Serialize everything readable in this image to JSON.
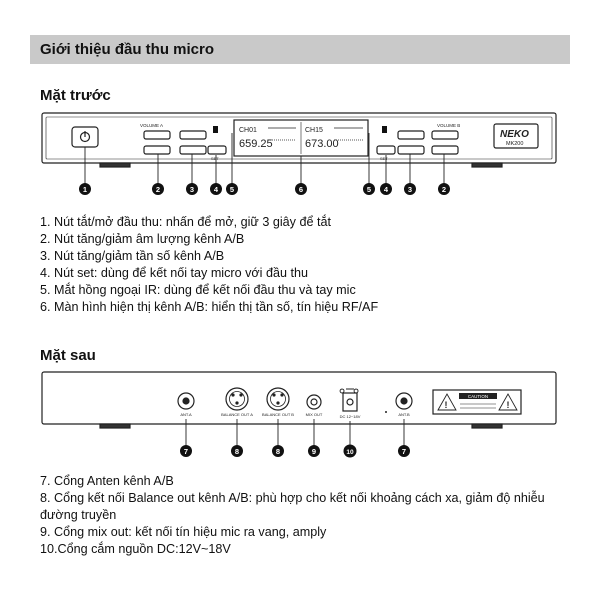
{
  "header": {
    "title": "Giới thiệu đầu thu micro"
  },
  "front": {
    "title": "Mặt trước",
    "device": {
      "volume_a": "VOLUME A",
      "volume_b": "VOLUME B",
      "set_label": "SET",
      "ch1": "CH01",
      "ch2": "CH15",
      "freq1": "659.25",
      "freq2": "673.00",
      "logo": "NEKO",
      "model": "MK200"
    },
    "callouts": [
      "1",
      "2",
      "3",
      "4",
      "5",
      "6",
      "5",
      "4",
      "3",
      "2"
    ],
    "items": [
      "1.  Nút tắt/mở đầu thu: nhấn để mở, giữ 3 giây để tắt",
      "2.  Nút tăng/giảm âm lượng kênh A/B",
      "3.  Nút tăng/giảm tần số kênh A/B",
      "4.  Nút set: dùng để kết nối tay micro với đầu thu",
      "5.  Mắt hồng ngoại IR: dùng để kết nối đầu thu và tay mic",
      "6.  Màn hình hiện thị kênh A/B: hiển thị tần số, tín hiệu RF/AF"
    ]
  },
  "back": {
    "title": "Mặt sau",
    "device": {
      "ant_a": "ANT.A",
      "bal_a": "BALANCE OUT A",
      "bal_b": "BALANCE OUT B",
      "mix_out": "MIX OUT",
      "dc": "DC 12~18V",
      "ant_b": "ANT.B",
      "caution": "CAUTION"
    },
    "callouts": [
      "7",
      "8",
      "8",
      "9",
      "10",
      "7"
    ],
    "items": [
      "7.  Cổng Anten kênh A/B",
      "8.  Cổng kết nối Balance out kênh A/B: phù hợp cho kết nối khoảng cách xa, giảm độ nhiễu đường truyền",
      "9.  Cổng mix out: kết nối tín hiệu mic ra vang, amply",
      "10.Cổng cắm nguồn DC:12V~18V"
    ]
  }
}
